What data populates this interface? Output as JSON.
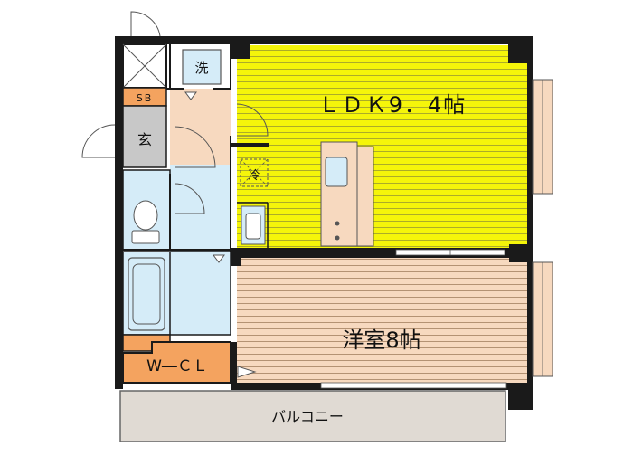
{
  "rooms": {
    "ldk": "ＬＤＫ9．4帖",
    "western": "洋室8帖",
    "entrance": "玄",
    "shoebox": "SB",
    "laundry": "洗",
    "fridge": "冷",
    "walk_in_closet": "W―ＣＬ",
    "balcony": "バルコニー"
  },
  "colors": {
    "ldk_floor": "#f5f50a",
    "wood_floor": "#f7d9bf",
    "fixture_blue": "#d5ecf8",
    "entrance_grey": "#c8c8c8",
    "orange": "#f4a35f",
    "wall": "#1a1a1a",
    "balcony": "#e0dad3"
  },
  "icons": [
    "door-swing-icon",
    "toilet-icon",
    "bathtub-icon",
    "sink-icon",
    "stove-icon",
    "window-icon"
  ]
}
